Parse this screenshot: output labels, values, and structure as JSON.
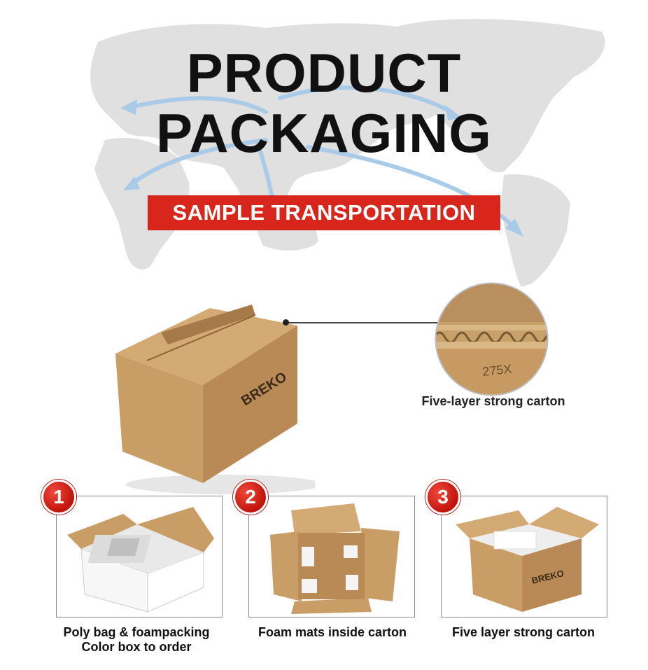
{
  "header": {
    "title_line1": "PRODUCT",
    "title_line2": "PACKAGING",
    "banner": "SAMPLE TRANSPORTATION"
  },
  "hero": {
    "brand": "BREKO",
    "zoom_caption": "Five-layer strong carton",
    "zoom_print": "275X"
  },
  "steps": [
    {
      "number": "1",
      "caption_line1": "Poly bag & foampacking",
      "caption_line2": "Color box to order"
    },
    {
      "number": "2",
      "caption_line1": "Foam mats inside carton",
      "caption_line2": ""
    },
    {
      "number": "3",
      "caption_line1": "Five layer strong carton",
      "caption_line2": ""
    }
  ],
  "step3_brand": "BREKO",
  "colors": {
    "banner": "#d9261c",
    "badge": "#d9261c",
    "kraft": "#c79a63",
    "map": "#dcdcdc",
    "arrow": "#a9cbe8"
  }
}
